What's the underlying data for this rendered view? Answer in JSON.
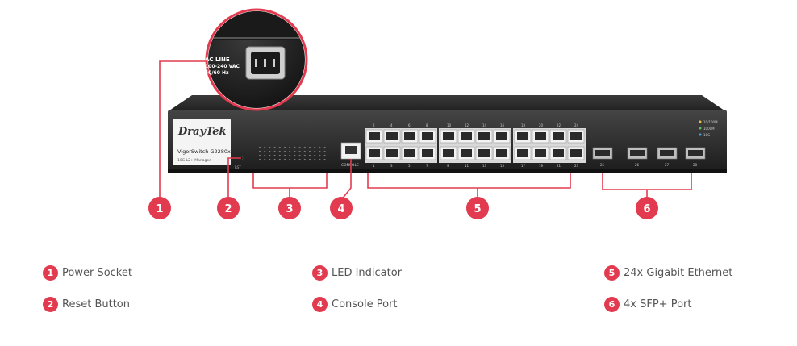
{
  "colors": {
    "accent": "#e23b4f",
    "device_body": "#2b2b2b",
    "port_face": "#f2f2f2",
    "legend_text": "#555555"
  },
  "device": {
    "brand": "DrayTek",
    "model": "VigorSwitch G2280x",
    "model_sub": "10G L2+ Managed",
    "console_label": "CONSOLE",
    "reset_label": "RST",
    "top_port_labels": [
      "2",
      "4",
      "6",
      "8",
      "10",
      "12",
      "14",
      "16",
      "18",
      "20",
      "22",
      "24"
    ],
    "bottom_port_labels": [
      "1",
      "3",
      "5",
      "7",
      "9",
      "11",
      "13",
      "15",
      "17",
      "19",
      "21",
      "23"
    ],
    "sfp_labels": [
      "25",
      "26",
      "27",
      "28"
    ],
    "led_legend": [
      "10/100M",
      "1000M",
      "10G"
    ]
  },
  "inset": {
    "lines": [
      "AC LINE",
      "100-240 VAC",
      "50/60 Hz"
    ]
  },
  "callouts": [
    {
      "number": "1",
      "label": "Power Socket"
    },
    {
      "number": "2",
      "label": "Reset Button"
    },
    {
      "number": "3",
      "label": "LED Indicator"
    },
    {
      "number": "4",
      "label": "Console Port"
    },
    {
      "number": "5",
      "label": "24x Gigabit Ethernet"
    },
    {
      "number": "6",
      "label": "4x SFP+ Port"
    }
  ]
}
